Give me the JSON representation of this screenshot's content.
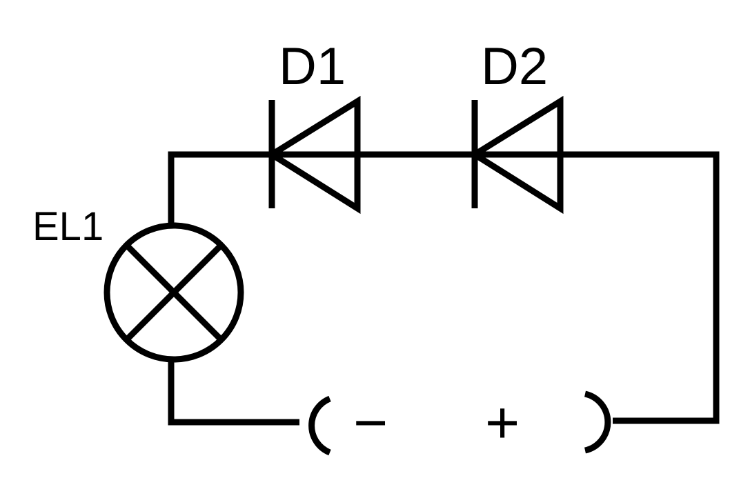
{
  "labels": {
    "d1": "D1",
    "d2": "D2",
    "el1": "EL1",
    "minus": "−",
    "plus": "+"
  },
  "colors": {
    "line": "#000000",
    "background": "#ffffff"
  },
  "components": [
    {
      "id": "EL1",
      "kind": "lamp"
    },
    {
      "id": "D1",
      "kind": "diode"
    },
    {
      "id": "D2",
      "kind": "diode"
    },
    {
      "id": "battery",
      "kind": "dc-source-terminals"
    }
  ]
}
